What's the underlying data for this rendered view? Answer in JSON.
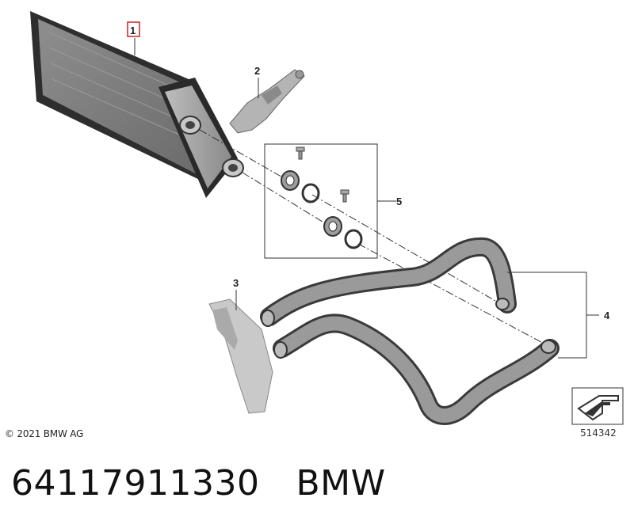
{
  "callouts": {
    "heater_core": "1",
    "bracket": "2",
    "cover": "3",
    "hoses": "4",
    "seal_kit": "5"
  },
  "copyright": "© 2021 BMW AG",
  "reference_number": "514342",
  "part_number": "64117911330",
  "brand": "BMW",
  "colors": {
    "highlight_box": "#cc2222",
    "part_gray": "#8c8c8c",
    "outline": "#333333"
  }
}
